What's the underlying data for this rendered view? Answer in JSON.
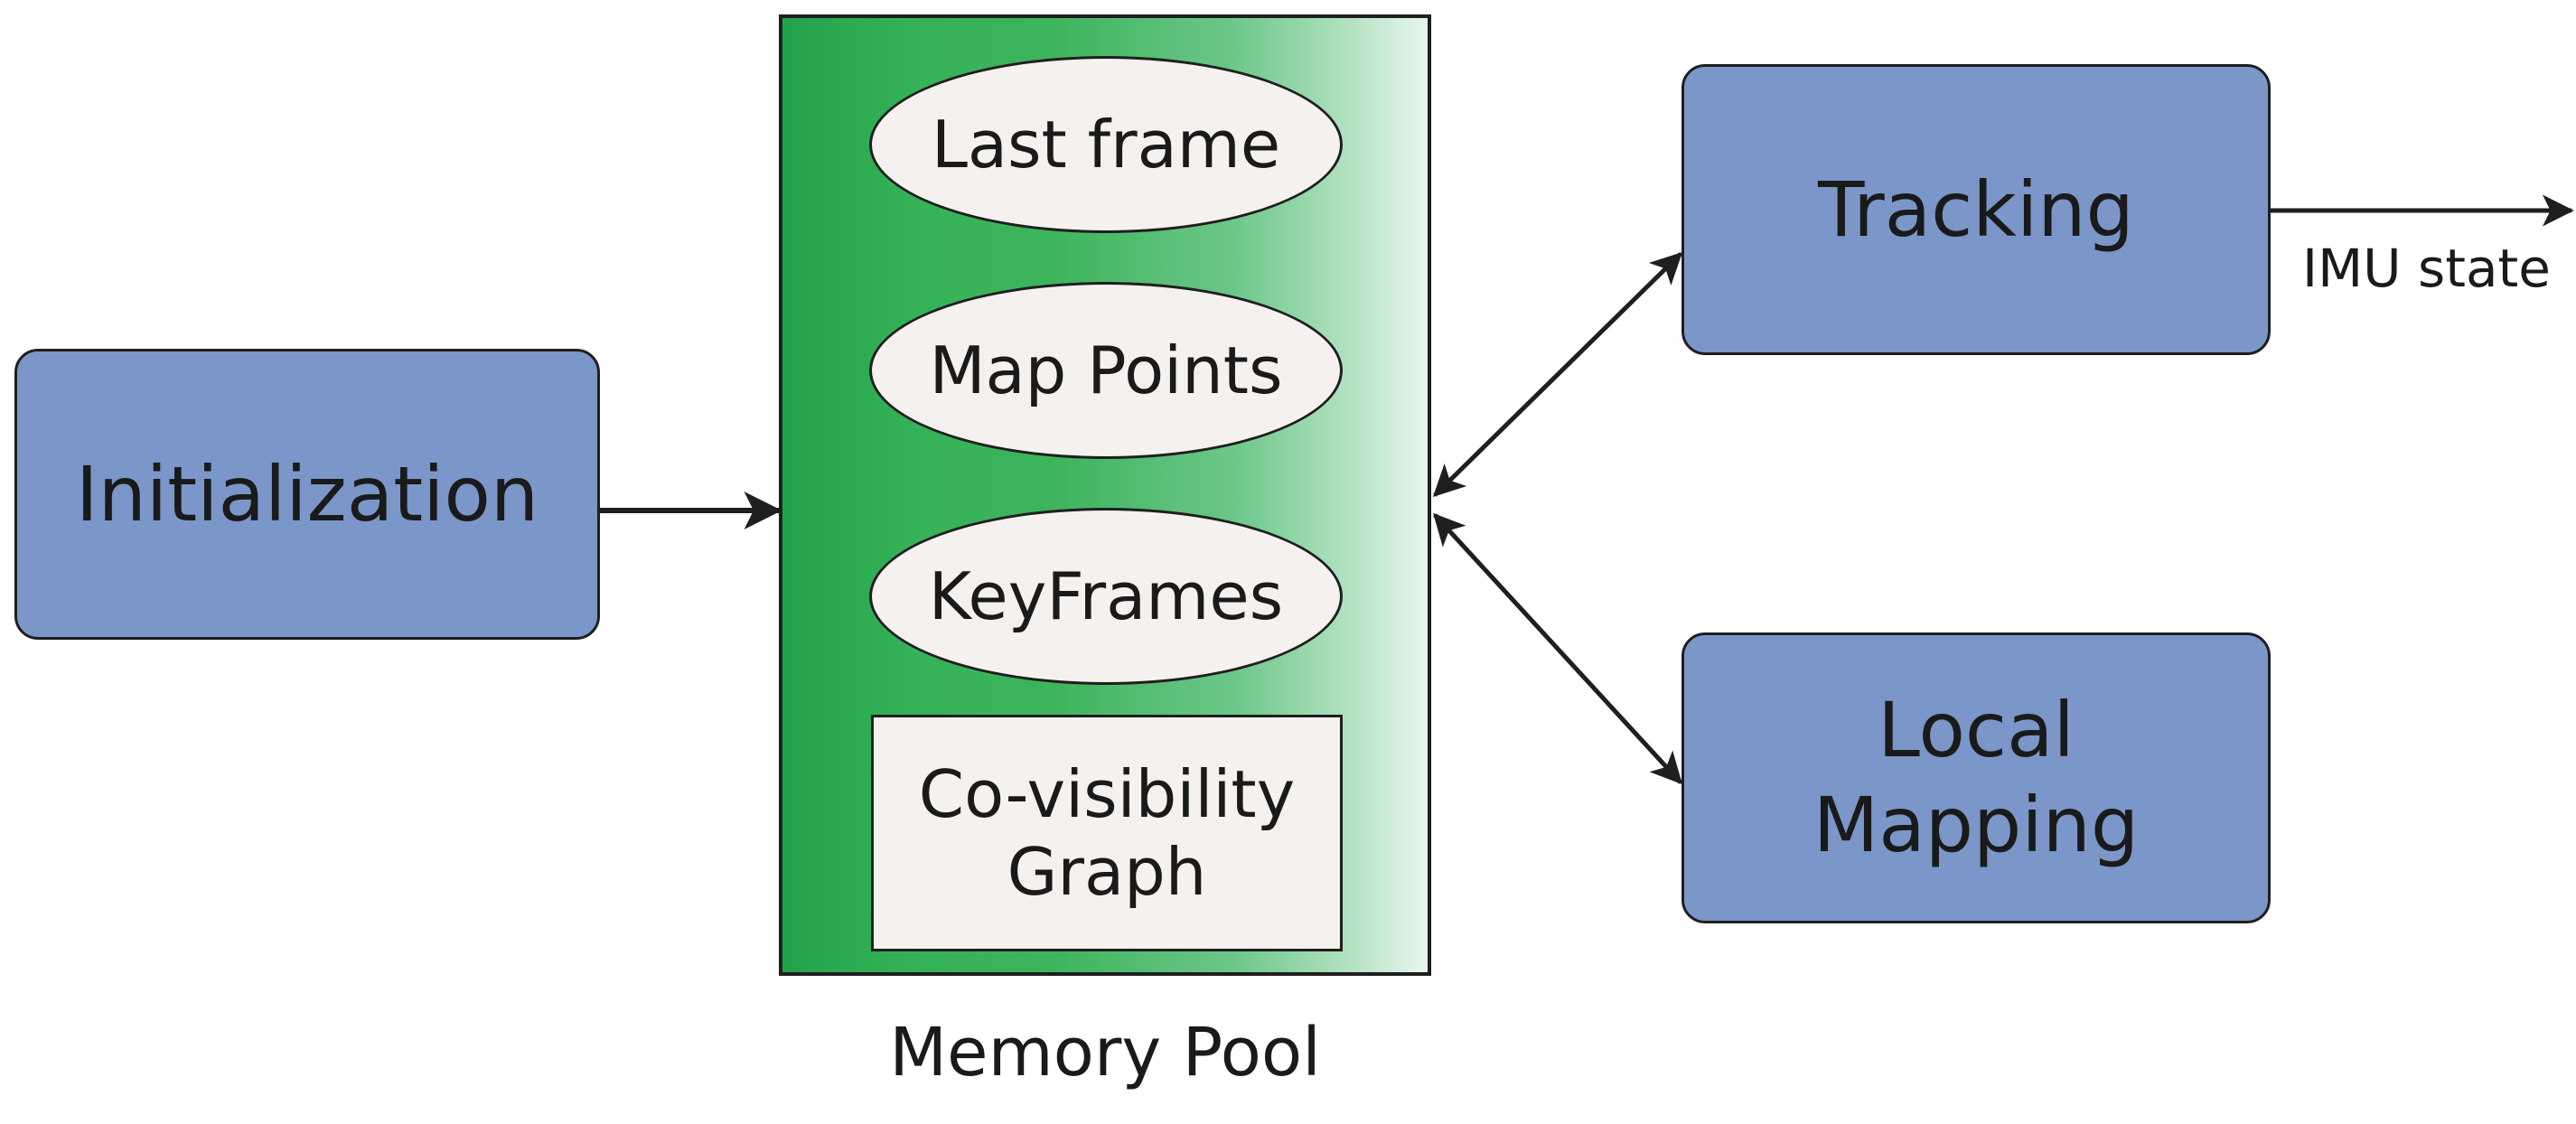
{
  "nodes": {
    "initialization": "Initialization",
    "tracking": "Tracking",
    "local_mapping": "Local Mapping"
  },
  "memory_pool": {
    "caption": "Memory Pool",
    "last_frame": "Last frame",
    "map_points": "Map Points",
    "keyframes": "KeyFrames",
    "covisibility_graph": "Co-visibility Graph"
  },
  "output_label": "IMU state",
  "colors": {
    "process_box": "#7b96c8",
    "pool_green": "#22a24a",
    "pool_fade": "#e9f6ee",
    "element_fill": "#f4f1ee",
    "stroke": "#1f1f1f"
  }
}
